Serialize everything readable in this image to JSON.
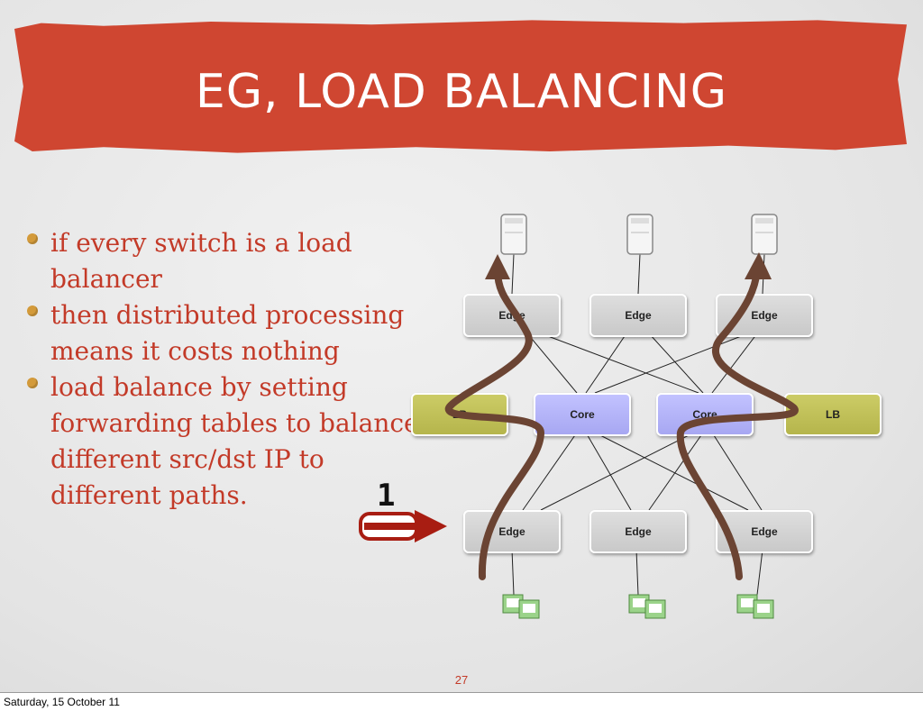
{
  "slide": {
    "title": "EG, LOAD BALANCING",
    "bullets": [
      "if every switch is a load balancer",
      "then distributed processing means it costs nothing",
      "load balance by setting forwarding tables to balance different src/dst IP to different paths."
    ],
    "page_number": "27",
    "step_label": "1"
  },
  "diagram": {
    "top_edges": [
      "Edge",
      "Edge",
      "Edge"
    ],
    "middle": [
      "LB",
      "Core",
      "Core",
      "LB"
    ],
    "bottom_edges": [
      "Edge",
      "Edge",
      "Edge"
    ],
    "servers": [
      "server-icon",
      "server-icon",
      "server-icon"
    ],
    "hosts": [
      "computer-icon",
      "computer-icon",
      "computer-icon"
    ]
  },
  "colors": {
    "banner": "#cf4631",
    "bullet_text": "#c33a28",
    "path": "#6b4433",
    "arrow": "#a81d12",
    "core": "#a7a7f2",
    "lb": "#b5b54c",
    "edge": "#c9c9c9"
  },
  "footer": {
    "date": "Saturday, 15 October 11"
  }
}
